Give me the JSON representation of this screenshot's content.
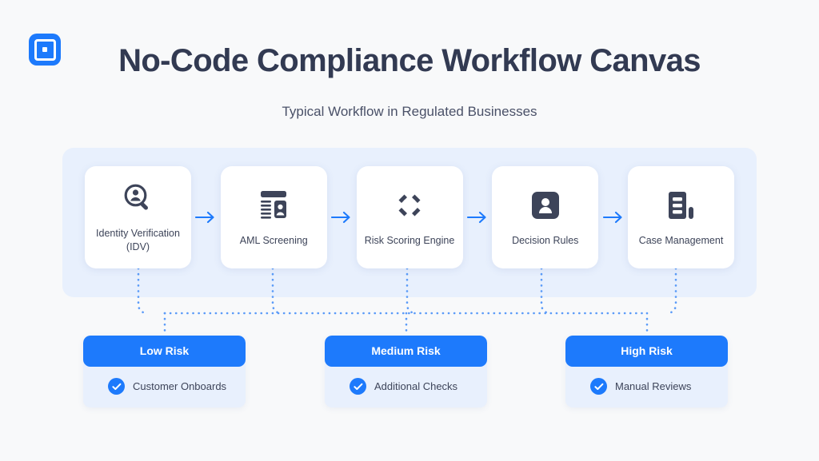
{
  "header": {
    "logo_icon": "square-in-square-logo-icon",
    "title": "No-Code Compliance Workflow Canvas",
    "subtitle": "Typical Workflow in Regulated Businesses"
  },
  "colors": {
    "page_background": "#f8f9fa",
    "canvas_background": "#e8f0fd",
    "accent_blue": "#1d7afc",
    "card_background": "#ffffff",
    "text_dark": "#323a52",
    "text_body": "#3d4459",
    "icon_dark": "#3d4459",
    "connector_blue": "#5b9bf8"
  },
  "workflow": {
    "steps": [
      {
        "label": "Identity Verification (IDV)",
        "icon": "person-magnifier-icon"
      },
      {
        "label": "AML Screening",
        "icon": "id-document-list-icon"
      },
      {
        "label": "Risk Scoring Engine",
        "icon": "cycle-arrows-icon"
      },
      {
        "label": "Decision Rules",
        "icon": "person-badge-icon"
      },
      {
        "label": "Case Management",
        "icon": "case-file-icon"
      }
    ],
    "arrow_icon": "arrow-right-icon"
  },
  "outcomes": [
    {
      "title": "Low Risk",
      "result": "Customer Onboards",
      "check_icon": "check-circle-icon"
    },
    {
      "title": "Medium Risk",
      "result": "Additional Checks",
      "check_icon": "check-circle-icon"
    },
    {
      "title": "High Risk",
      "result": "Manual Reviews",
      "check_icon": "check-circle-icon"
    }
  ]
}
